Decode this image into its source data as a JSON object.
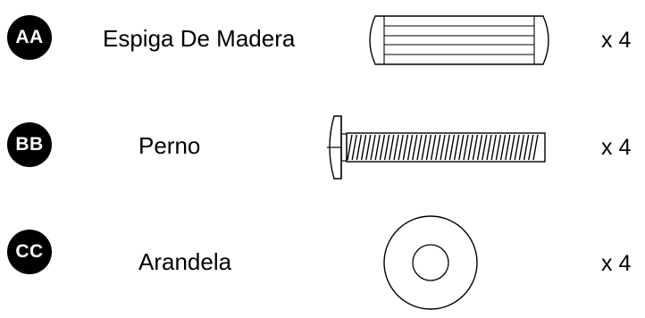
{
  "parts": [
    {
      "badge": "AA",
      "name": "Espiga De Madera",
      "quantity": "x 4",
      "icon": "wooden-dowel-icon"
    },
    {
      "badge": "BB",
      "name": "Perno",
      "quantity": "x 4",
      "icon": "bolt-icon"
    },
    {
      "badge": "CC",
      "name": "Arandela",
      "quantity": "x 4",
      "icon": "washer-icon"
    }
  ]
}
